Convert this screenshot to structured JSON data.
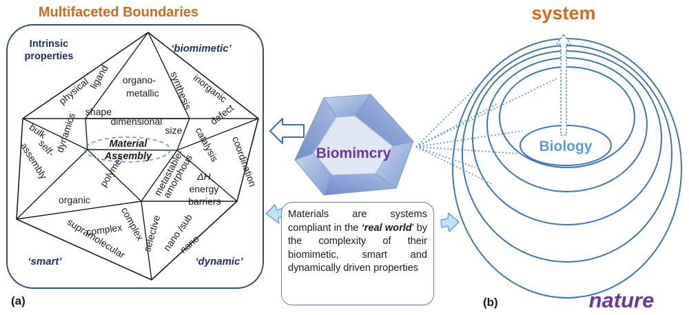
{
  "panel_a": {
    "title": "Multifaceted Boundaries",
    "panel_label": "(a)",
    "corner_labels": {
      "intrinsic_line1": "Intrinsic",
      "intrinsic_line2": "properties",
      "biomimetic": "‘biomimetic’",
      "smart": "‘smart’",
      "dynamic": "‘dynamic’"
    },
    "center_label_line1": "Material",
    "center_label_line2": "Assembly",
    "facet_labels": {
      "physical": "physical",
      "ligand": "ligand",
      "organo": "organo-",
      "metallic": "metallic",
      "synthesis": "synthesis",
      "inorganic": "inorganic",
      "shape": "shape",
      "dimensional": "dimensional",
      "size": "size",
      "defect": "defect",
      "bulk": "bulk",
      "dynamics": "dynamics",
      "catalysis": "catalysis",
      "coordination": "coordination",
      "self": "self-",
      "assembly": "assembly",
      "metastable": "metastable-",
      "amorphous": "amorphous",
      "delta_h": "ΔH",
      "energy": "energy",
      "barriers": "barriers",
      "polymer": "polymer",
      "organic": "organic",
      "complex_left": "complex",
      "complex_right": "complex",
      "supramolecular": "supramolecular",
      "selective": "selective",
      "nano_sub": "nano /sub",
      "nano": "nano"
    }
  },
  "center": {
    "logo_label": "Biomimcry",
    "note_parts": {
      "p1": "Materials are systems compliant in the ",
      "real": "‘real",
      "world": "world",
      "p2": "’ by the complexity of their biomimetic, smart and dynamically driven properties"
    }
  },
  "panel_b": {
    "panel_label": "(b)",
    "top_label": "system",
    "inner_label": "Biology",
    "outer_label": "nature"
  },
  "colors": {
    "title_orange": "#d2691e",
    "navy": "#1f2d6e",
    "purple": "#6a35a8",
    "ring_blue": "#3f74b5",
    "light_blue": "#5b9bd5",
    "logo_blue": "#8ea8d6"
  }
}
